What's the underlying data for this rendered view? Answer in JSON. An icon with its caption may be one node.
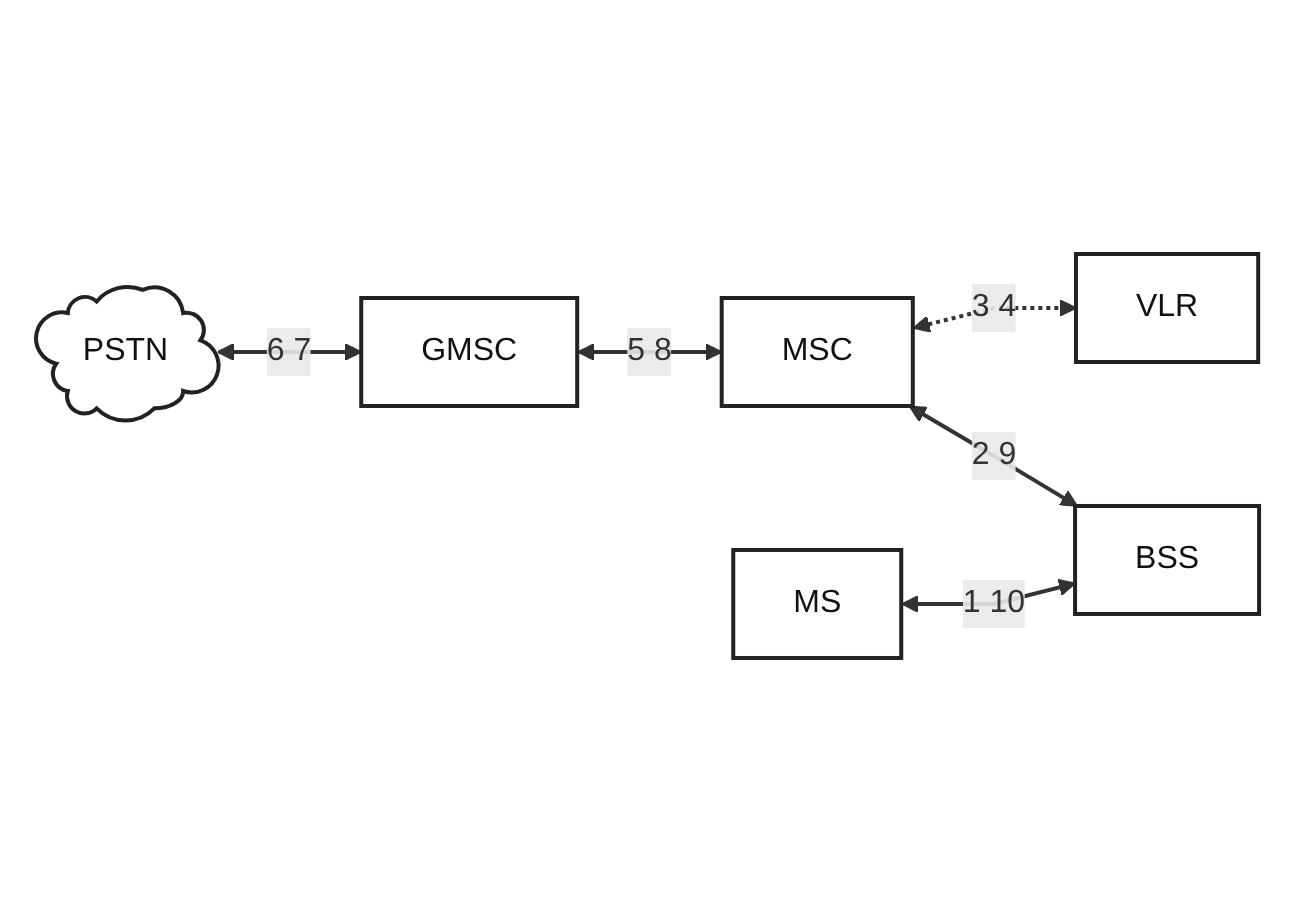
{
  "diagram": {
    "nodes": [
      {
        "text": [
          "VLR"
        ]
      },
      {
        "text": [
          "PSTN"
        ]
      },
      {
        "text": [
          "GMSC"
        ]
      },
      {
        "text": [
          "MSC"
        ]
      },
      {
        "text": [
          "MS"
        ]
      },
      {
        "text": [
          "BSS"
        ]
      }
    ],
    "edges": [
      {
        "from": 1,
        "to": 2,
        "arrow": "both",
        "label": "6 7"
      },
      {
        "from": 2,
        "to": 3,
        "arrow": "both",
        "label": "5 8"
      },
      {
        "from": 3,
        "to": 0,
        "arrow": "both",
        "label": "3 4",
        "style": "dashed"
      },
      {
        "from": 3,
        "to": 5,
        "arrow": "both",
        "label": "2 9"
      },
      {
        "from": 4,
        "to": 5,
        "arrow": "both",
        "label": "1 10"
      }
    ]
  }
}
